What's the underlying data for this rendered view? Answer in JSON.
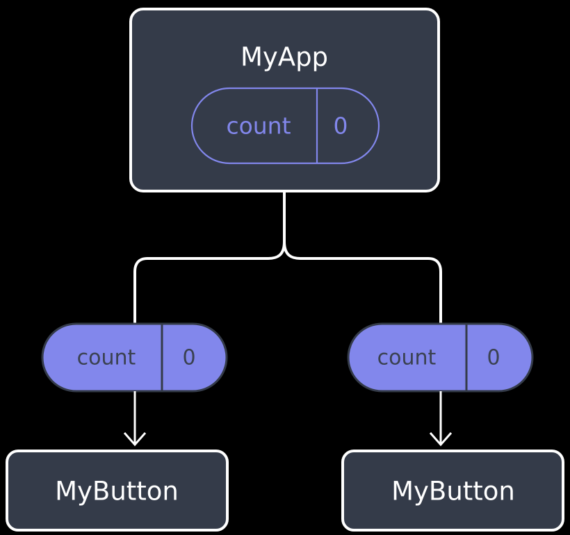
{
  "diagram": {
    "title": "component-state-tree",
    "background_color": "#000000",
    "palette": {
      "node_fill": "#343B49",
      "node_stroke": "#FFFFFF",
      "node_text": "#FFFFFF",
      "state_accent": "#8287EC",
      "state_filled_text": "#3A4150",
      "edge": "#FFFFFF"
    },
    "nodes": [
      {
        "id": "myapp",
        "label": "MyApp",
        "kind": "component-box",
        "state": {
          "key": "count",
          "value": "0",
          "style": "outline"
        }
      },
      {
        "id": "mybutton-left",
        "label": "MyButton",
        "kind": "component-box",
        "state": {
          "key": "count",
          "value": "0",
          "style": "filled"
        }
      },
      {
        "id": "mybutton-right",
        "label": "MyButton",
        "kind": "component-box",
        "state": {
          "key": "count",
          "value": "0",
          "style": "filled"
        }
      }
    ],
    "edges": [
      {
        "from": "myapp",
        "to": "state-left",
        "style": "branch"
      },
      {
        "from": "myapp",
        "to": "state-right",
        "style": "branch"
      },
      {
        "from": "state-left",
        "to": "mybutton-left",
        "style": "arrow"
      },
      {
        "from": "state-right",
        "to": "mybutton-right",
        "style": "arrow"
      }
    ]
  }
}
